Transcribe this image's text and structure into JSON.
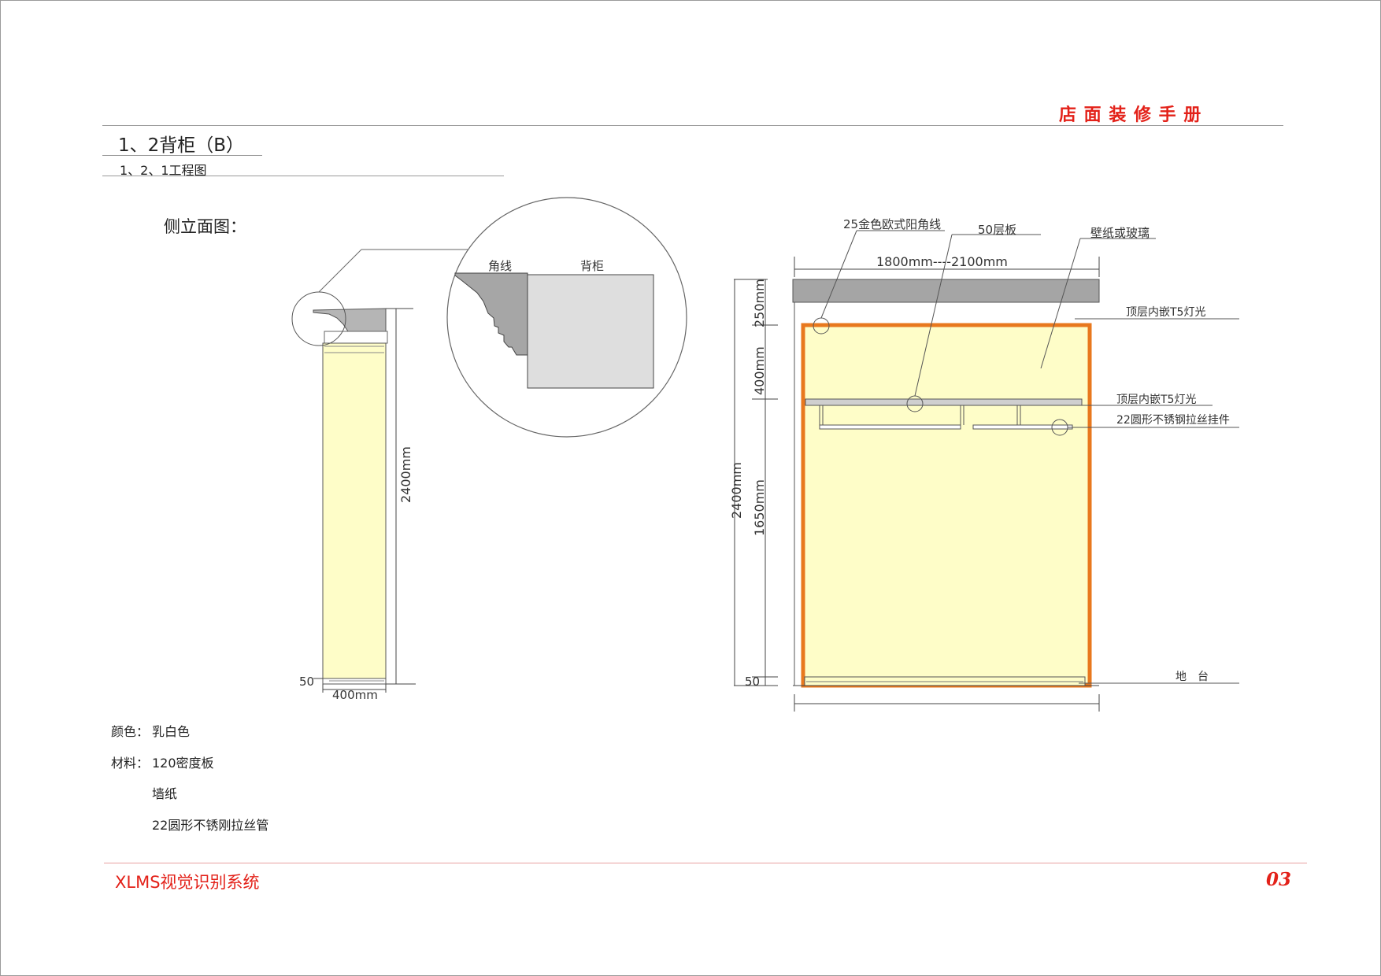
{
  "header": {
    "manual_title": "店 面 装 修 手 册",
    "section_title": "1、2背柜（B）",
    "subsection_title": "1、2、1工程图"
  },
  "side_view": {
    "label": "侧立面图：",
    "height_dim": "2400mm",
    "width_dim": "400mm",
    "base_dim": "50"
  },
  "detail": {
    "molding_label": "角线",
    "cabinet_label": "背柜"
  },
  "front_view": {
    "width_dim": "1800mm----2100mm",
    "total_height_dim": "2400mm",
    "top_dim": "250mm",
    "upper_dim": "400mm",
    "lower_dim": "1650mm",
    "base_dim": "50",
    "callouts": {
      "molding": "25金色欧式阳角线",
      "shelf": "50层板",
      "wallpaper": "壁纸或玻璃",
      "top_light": "顶层内嵌T5灯光",
      "shelf_light": "顶层内嵌T5灯光",
      "hanger": "22圆形不锈钢拉丝挂件",
      "platform": "地　台"
    }
  },
  "specs": {
    "color_label": "颜色：",
    "color_value": "乳白色",
    "material_label": "材料：",
    "materials": [
      "120密度板",
      "墙纸",
      "22圆形不锈刚拉丝管"
    ]
  },
  "footer": {
    "brand": "XLMS视觉识别系统",
    "page_number": "03"
  },
  "colors": {
    "accent_red": "#e32119",
    "frame_orange": "#e8781e",
    "panel_fill": "#fefdc8",
    "cornice_gray": "#a5a5a5"
  }
}
